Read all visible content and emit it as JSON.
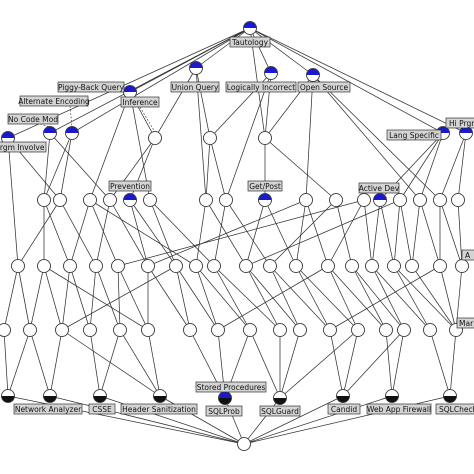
{
  "diagram": {
    "labels": {
      "tautology": "Tautology",
      "piggy_back_query": "Piggy-Back Query",
      "alternate_encoding": "Alternate Encoding",
      "inference": "Inference",
      "union_query": "Union Query",
      "logically_incorrect": "Logically Incorrect",
      "open_source": "Open Source",
      "no_code_mod": "No Code Mod",
      "prgm_involve": "Prgm Involve",
      "lang_specific": "Lang Specific",
      "hi_prgm": "Hi Prgm",
      "prevention": "Prevention",
      "get_post": "Get/Post",
      "active_dev": "Active Dev",
      "a_partial": "A",
      "mar_partial": "Mar",
      "network_analyzer": "Network Analyzer",
      "csse": "CSSE",
      "header_sanitization": "Header Sanitization",
      "stored_procedures": "Stored Procedures",
      "sqlprob": "SQLProb",
      "sqlguard": "SQLGuard",
      "candid": "Candid",
      "web_app_firewall": "Web App Firewall",
      "sqlcheck": "SQLCheck"
    },
    "colors": {
      "attribute_fill": "#1a1acc",
      "object_fill": "#111111",
      "label_fill": "#d4d4d4",
      "edge": "#333333"
    }
  }
}
